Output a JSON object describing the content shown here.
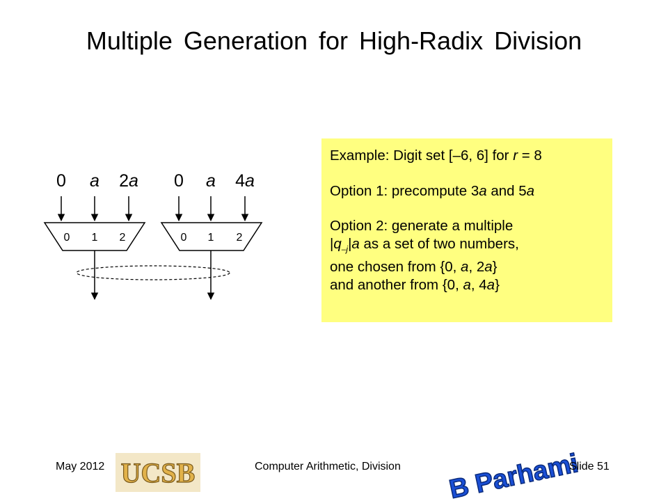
{
  "title": "Multiple Generation for High-Radix Division",
  "mux_left": {
    "inputs": [
      {
        "coef": "0",
        "var": ""
      },
      {
        "coef": "",
        "var": "a"
      },
      {
        "coef": "2",
        "var": "a"
      }
    ],
    "selects": [
      "0",
      "1",
      "2"
    ]
  },
  "mux_right": {
    "inputs": [
      {
        "coef": "0",
        "var": ""
      },
      {
        "coef": "",
        "var": "a"
      },
      {
        "coef": "4",
        "var": "a"
      }
    ],
    "selects": [
      "0",
      "1",
      "2"
    ]
  },
  "note": {
    "example": {
      "pre": "Example: Digit set [–6, 6] for ",
      "var": "r",
      "post": " = 8"
    },
    "option1": {
      "pre": "Option 1: precompute 3",
      "v1": "a",
      "mid": " and 5",
      "v2": "a"
    },
    "option2_line1": "Option 2: generate a multiple",
    "option2_line2": {
      "bar1": "|",
      "q": "q",
      "sub": "–j",
      "bar2": "|",
      "a": "a",
      "rest": " as a set of two numbers,"
    },
    "option2_line3": {
      "pre": "one chosen from {0, ",
      "v1": "a",
      "mid": ", 2",
      "v2": "a",
      "post": "}"
    },
    "option2_line4": {
      "pre": "and another from {0, ",
      "v1": "a",
      "mid": ", 4",
      "v2": "a",
      "post": "}"
    }
  },
  "footer": {
    "date": "May 2012",
    "course": "Computer Arithmetic, Division",
    "slide": "Slide 51",
    "logo_left_text": "UCSB",
    "logo_right_text": "B Parhami"
  },
  "colors": {
    "note_bg": "#ffff80",
    "logo_gold": "#e2b24a",
    "logo_blue": "#1a4fd6"
  }
}
